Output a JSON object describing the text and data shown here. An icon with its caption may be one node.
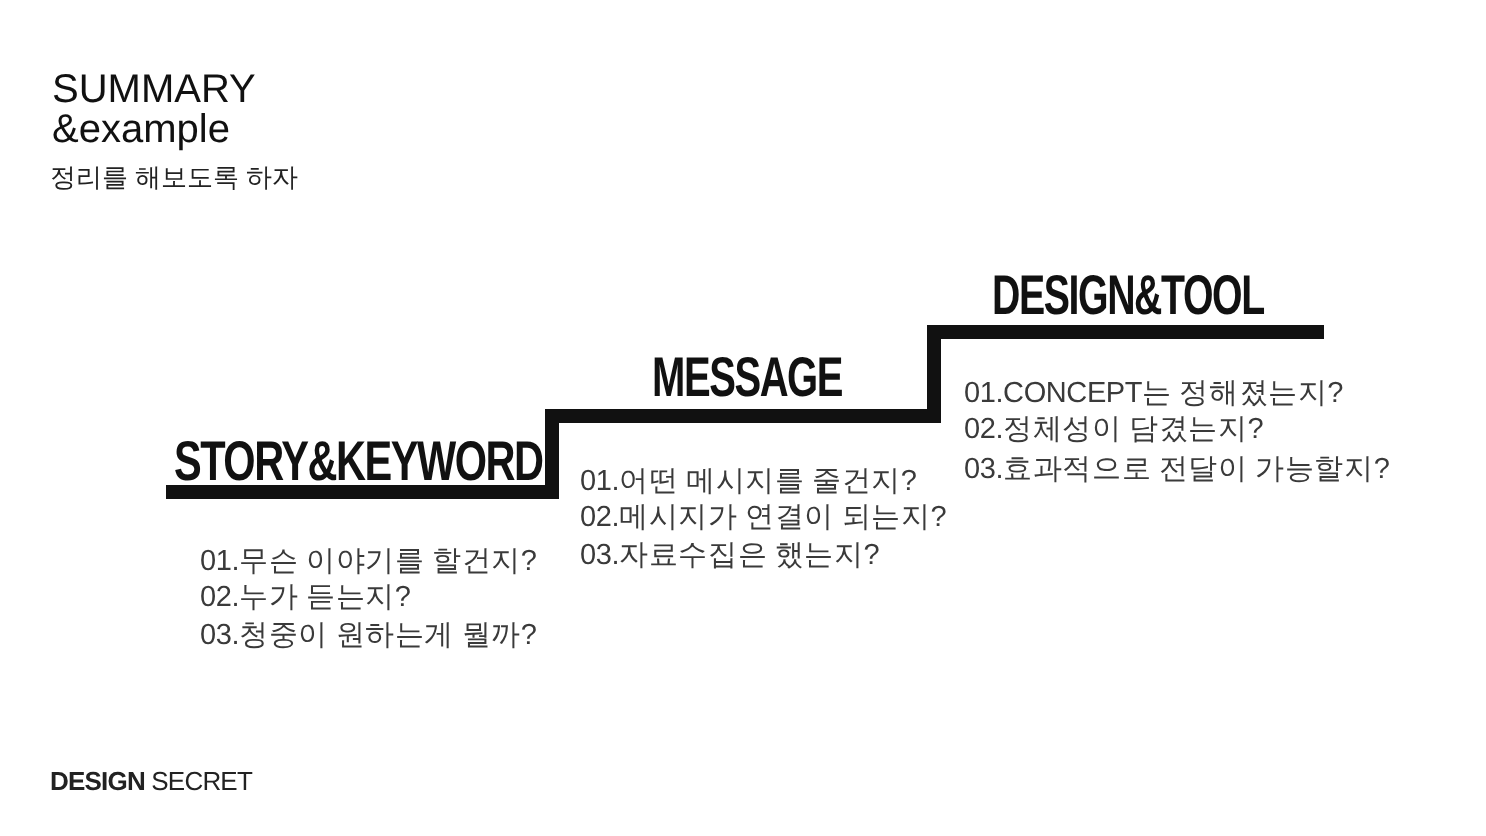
{
  "diagram": {
    "title": "SUMMARY &example",
    "labels": [
      "정리를 해보도록 하자",
      "STORY&KEYWORD",
      "01.무슨 이야기를 할건지?",
      "02.누가 듣는지?",
      "03.청중이 원하는게 뭘까?",
      "MESSAGE",
      "01.어떤 메시지를 줄건지?",
      "02.메시지가 연결이 되는지?",
      "03.자료수집은 했는지?",
      "DESIGN&TOOL",
      "01.CONCEPT는 정해졌는지?",
      "02.정체성이 담겼는지?",
      "03.효과적으로 전달이 가능할지?",
      "**DESIGN** SECRET"
    ]
  }
}
